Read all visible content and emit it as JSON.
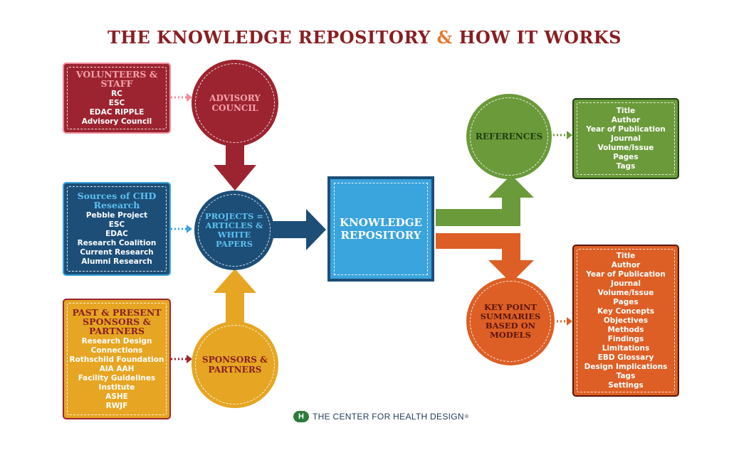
{
  "title": {
    "part1": "THE KNOWLEDGE REPOSITORY",
    "amp": "&",
    "part2": "HOW IT WORKS"
  },
  "volunteers": {
    "heading": "VOLUNTEERS & STAFF",
    "items": [
      "RC",
      "ESC",
      "EDAC RIPPLE",
      "Advisory Council"
    ]
  },
  "sources": {
    "heading": "Sources of CHD Research",
    "items": [
      "Pebble Project",
      "ESC",
      "EDAC",
      "Research Coalition",
      "Current Research",
      "Alumni Research"
    ]
  },
  "sponsors_box": {
    "heading": "PAST & PRESENT SPONSORS & PARTNERS",
    "items": [
      "Research Design",
      "Connections",
      "Rothschild Foundation",
      "AIA AAH",
      "Facility Guidelines",
      "Institute",
      "ASHE",
      "RWJF"
    ]
  },
  "advisory_circle": "ADVISORY COUNCIL",
  "projects_circle": "PROJECTS = ARTICLES & WHITE PAPERS",
  "sponsors_circle": "SPONSORS & PARTNERS",
  "repository": "KNOWLEDGE REPOSITORY",
  "references_circle": "REFERENCES",
  "keypoint_circle": "KEY POINT SUMMARIES BASED ON MODELS",
  "references_box": {
    "items": [
      "Title",
      "Author",
      "Year of Publication",
      "Journal",
      "Volume/Issue",
      "Pages",
      "Tags"
    ]
  },
  "keypoint_box": {
    "items": [
      "Title",
      "Author",
      "Year of Publication",
      "Journal",
      "Volume/Issue",
      "Pages",
      "Key Concepts",
      "Objectives",
      "Methods",
      "Findings",
      "Limitations",
      "EBD Glossary",
      "Design Implications",
      "Tags",
      "Settings"
    ]
  },
  "footer": {
    "logo": "H",
    "name": "THE CENTER FOR HEALTH DESIGN",
    "mark": "®"
  },
  "colors": {
    "red": "#9c2430",
    "pink": "#f08c9a",
    "blue_dark": "#1c4e78",
    "blue_light": "#3aa4dd",
    "orange_yellow": "#e6a623",
    "green": "#6b9a3a",
    "orange": "#dd5f25"
  }
}
